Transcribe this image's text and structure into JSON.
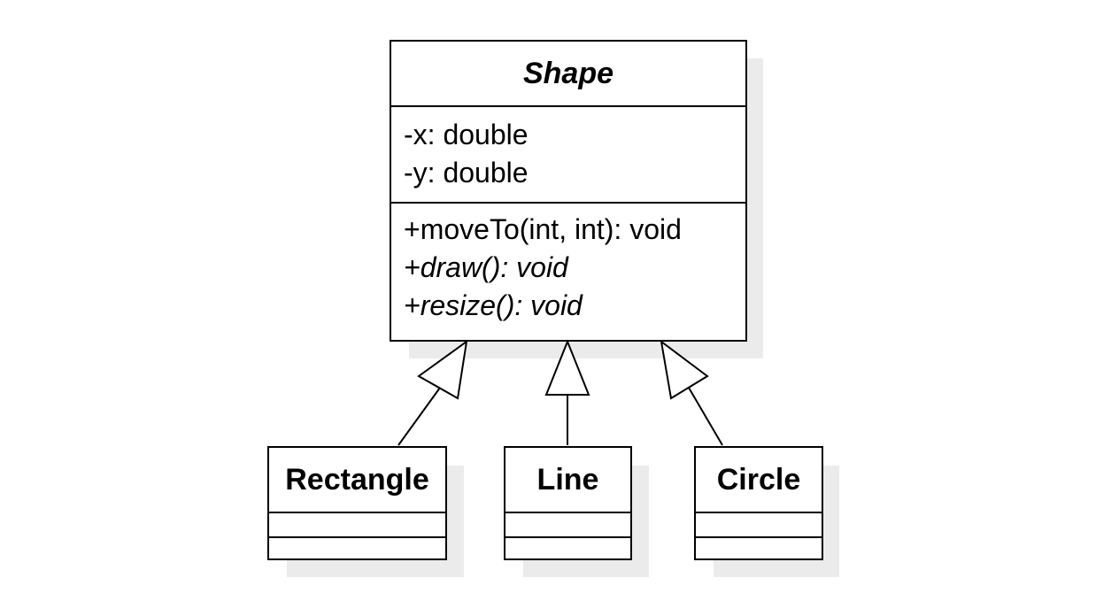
{
  "diagram": {
    "parent": {
      "name": "Shape",
      "attributes": [
        "-x: double",
        "-y: double"
      ],
      "operations": [
        {
          "text": "+moveTo(int, int): void",
          "italic": false
        },
        {
          "text": "+draw(): void",
          "italic": true
        },
        {
          "text": "+resize(): void",
          "italic": true
        }
      ]
    },
    "children": [
      {
        "name": "Rectangle"
      },
      {
        "name": "Line"
      },
      {
        "name": "Circle"
      }
    ],
    "relation": "generalization"
  }
}
